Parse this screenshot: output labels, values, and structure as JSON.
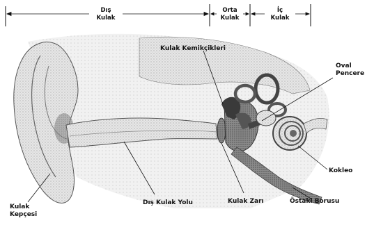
{
  "header": {
    "sections": [
      {
        "line1": "Dış",
        "line2": "Kulak"
      },
      {
        "line1": "Orta",
        "line2": "Kulak"
      },
      {
        "line1": "İç",
        "line2": "Kulak"
      }
    ]
  },
  "labels": {
    "ossicles": "Kulak Kemikçikleri",
    "oval_window": [
      "Oval",
      "Pencere"
    ],
    "cochlea": "Kokleo",
    "eardrum": "Kulak Zarı",
    "eustachian_tube": "Östaki Borusu",
    "ear_canal": "Dış Kulak Yolu",
    "auricle": [
      "Kulak",
      "Kepçesi"
    ]
  },
  "colors": {
    "ink": "#111111",
    "tissue": "#d9d9d9",
    "bone": "#bdbdbd",
    "dark": "#4a4a4a"
  }
}
